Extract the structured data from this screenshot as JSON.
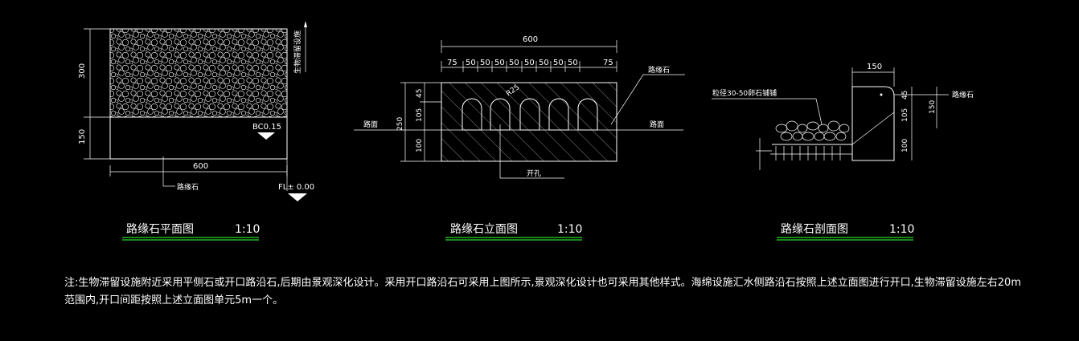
{
  "plan": {
    "title": "路缘石平面图",
    "scale": "1:10",
    "dim_height_top": "300",
    "dim_height_bottom": "150",
    "dim_width": "600",
    "label_curb": "路缘石",
    "slope": "BC0.15",
    "level": "FL± 0.00",
    "label_side": "生物滞留设施"
  },
  "elevation": {
    "title": "路缘石立面图",
    "scale": "1:10",
    "dim_total": "600",
    "dim_segments": [
      "75",
      "50",
      "50",
      "50",
      "50",
      "50",
      "50",
      "50",
      "50",
      "75"
    ],
    "dim_left": [
      "45",
      "105",
      "100"
    ],
    "dim_overall": "250",
    "radius": "R25",
    "label_curb": "路缘石",
    "label_road_left": "路面",
    "label_road_right": "路面",
    "label_opening": "开孔"
  },
  "section": {
    "title": "路缘石剖面图",
    "scale": "1:10",
    "dim_top": "150",
    "dim_right": "150",
    "dim_45": "45",
    "dim_105": "105",
    "dim_100": "100",
    "label_stone": "粒径30-50卵石铺铺",
    "label_curb": "路缘石"
  },
  "note": "注:生物滞留设施附近采用平侧石或开口路沿石,后期由景观深化设计。采用开口路沿石可采用上图所示,景观深化设计也可采用其他样式。海绵设施汇水侧路沿石按照上述立面图进行开口,生物滞留设施左右20m范围内,开口间距按照上述立面图单元5m一个。"
}
